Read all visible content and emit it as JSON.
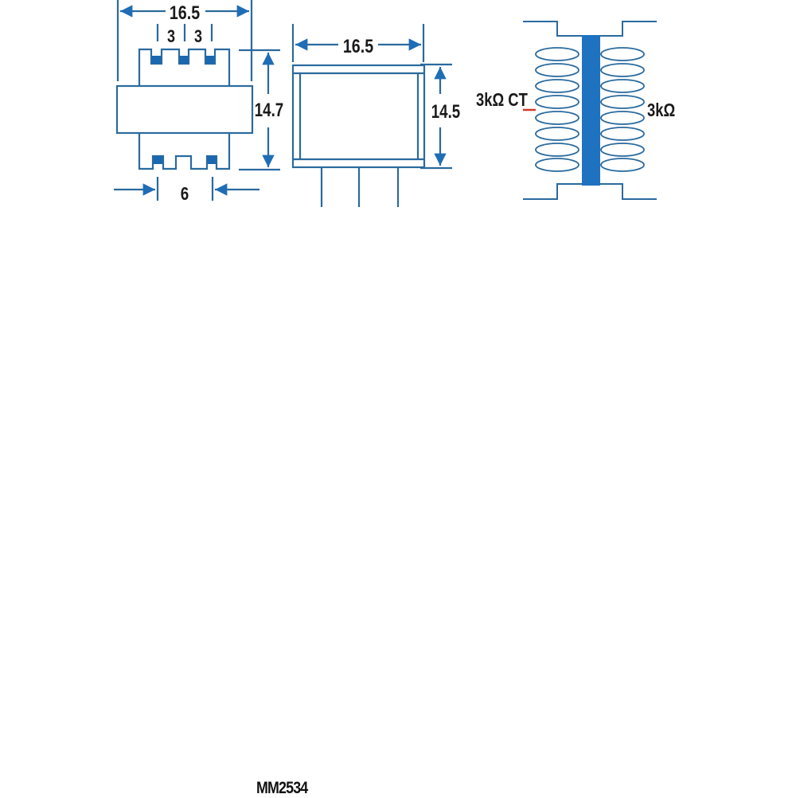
{
  "colors": {
    "line": "#2a6a9e",
    "core": "#1f72c0",
    "pad": "#1a68b0",
    "text": "#1a1a1a",
    "ct_marker": "#d03a2a"
  },
  "front_view": {
    "width_dim": "16.5",
    "pin_pitch_left": "3",
    "pin_pitch_right": "3",
    "height_dim": "14.7",
    "bottom_span_dim": "6"
  },
  "side_view": {
    "width_dim": "16.5",
    "height_dim": "14.5"
  },
  "schematic": {
    "primary_label": "3kΩ CT",
    "secondary_label": "3kΩ",
    "coil_turns_per_side": 8
  },
  "caption": "MM2534"
}
